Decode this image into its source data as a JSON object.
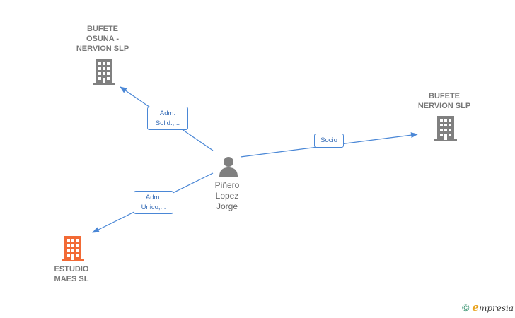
{
  "nodes": {
    "bufete_osuna": {
      "label": "BUFETE\nOSUNA -\nNERVION  SLP",
      "icon": "building-icon",
      "color": "#808080"
    },
    "bufete_nervion": {
      "label": "BUFETE\nNERVION SLP",
      "icon": "building-icon",
      "color": "#808080"
    },
    "estudio_maes": {
      "label": "ESTUDIO\nMAES  SL",
      "icon": "building-icon",
      "color": "#f26a35"
    },
    "person": {
      "label": "Piñero\nLopez\nJorge",
      "icon": "person-icon",
      "color": "#808080"
    }
  },
  "edges": {
    "to_osuna": {
      "label": "Adm.\nSolid.,..."
    },
    "to_nervion": {
      "label": "Socio"
    },
    "to_maes": {
      "label": "Adm.\nUnico,..."
    }
  },
  "colors": {
    "edge": "#4a87d6",
    "accent": "#f26a35"
  },
  "footer": {
    "copyright": "©",
    "brand_initial": "e",
    "brand_rest": "mpresia"
  }
}
